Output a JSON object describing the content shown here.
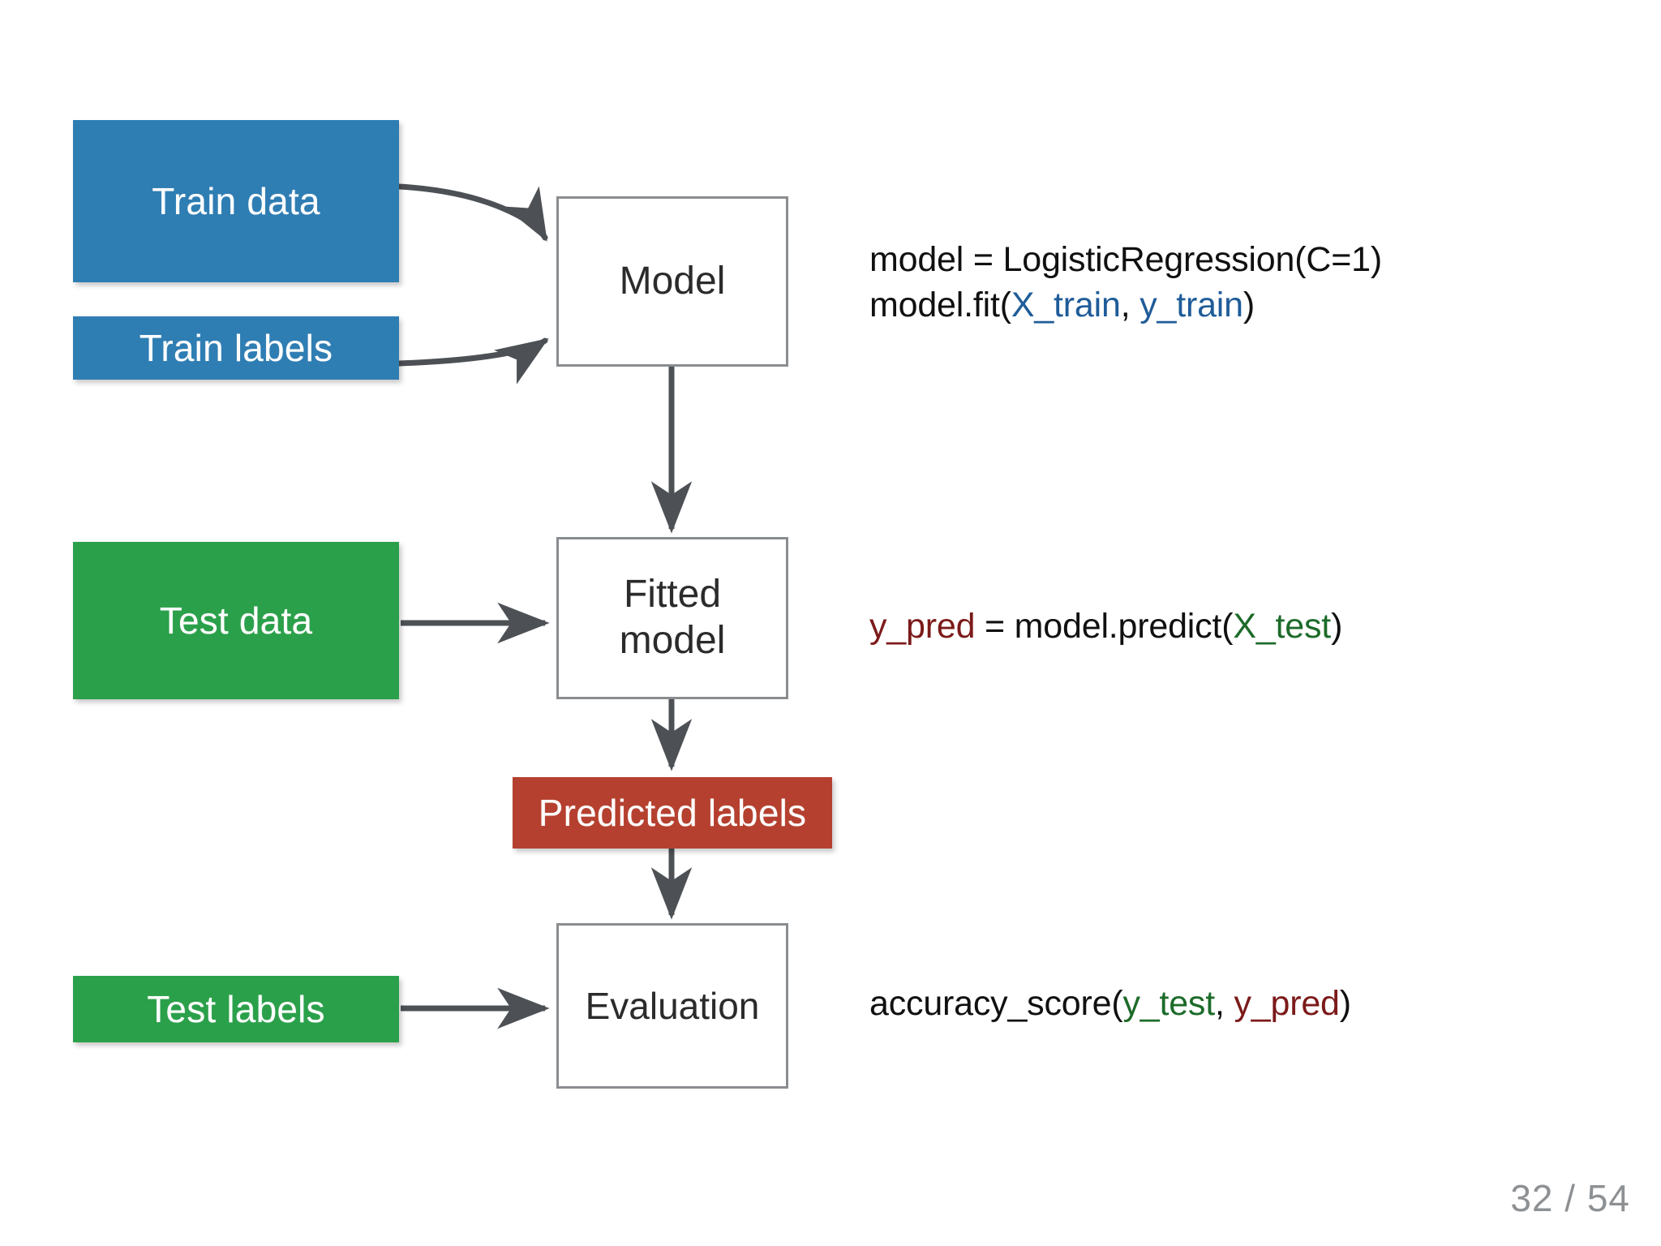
{
  "slide": {
    "page_counter": "32 / 54",
    "background": "#ffffff"
  },
  "colors": {
    "train_box": "#2e7db3",
    "test_box": "#2ba04a",
    "predicted_box": "#b5402f",
    "process_border": "#8a8d90",
    "arrow": "#4d5155",
    "code_default": "#101010",
    "code_blue": "#1f5c99",
    "code_red": "#7c1a1a",
    "code_green": "#1d6b2a",
    "page_counter": "#8e9194"
  },
  "diagram": {
    "type": "flowchart",
    "nodes": [
      {
        "id": "train_data",
        "label": "Train data",
        "kind": "data",
        "color": "#2e7db3"
      },
      {
        "id": "train_labels",
        "label": "Train labels",
        "kind": "data",
        "color": "#2e7db3"
      },
      {
        "id": "model",
        "label": "Model",
        "kind": "process",
        "color": "#ffffff"
      },
      {
        "id": "test_data",
        "label": "Test data",
        "kind": "data",
        "color": "#2ba04a"
      },
      {
        "id": "fitted_model",
        "label_line1": "Fitted",
        "label_line2": "model",
        "kind": "process",
        "color": "#ffffff"
      },
      {
        "id": "predicted_labels",
        "label": "Predicted labels",
        "kind": "data",
        "color": "#b5402f"
      },
      {
        "id": "test_labels",
        "label": "Test labels",
        "kind": "data",
        "color": "#2ba04a"
      },
      {
        "id": "evaluation",
        "label": "Evaluation",
        "kind": "process",
        "color": "#ffffff"
      }
    ],
    "edges": [
      {
        "from": "train_data",
        "to": "model",
        "style": "curved"
      },
      {
        "from": "train_labels",
        "to": "model",
        "style": "curved"
      },
      {
        "from": "model",
        "to": "fitted_model",
        "style": "straight"
      },
      {
        "from": "test_data",
        "to": "fitted_model",
        "style": "straight"
      },
      {
        "from": "fitted_model",
        "to": "predicted_labels",
        "style": "straight"
      },
      {
        "from": "predicted_labels",
        "to": "evaluation",
        "style": "straight"
      },
      {
        "from": "test_labels",
        "to": "evaluation",
        "style": "straight"
      }
    ]
  },
  "code": {
    "fit": {
      "line1": {
        "text": "model = LogisticRegression(C=1)"
      },
      "line2": {
        "prefix": "model.fit(",
        "arg1": "X_train",
        "sep": ", ",
        "arg2": "y_train",
        "suffix": ")"
      }
    },
    "predict": {
      "lhs": "y_pred",
      "mid": " = model.predict(",
      "arg": "X_test",
      "suffix": ")"
    },
    "score": {
      "prefix": "accuracy_score(",
      "arg1": "y_test",
      "sep": ", ",
      "arg2": "y_pred",
      "suffix": ")"
    }
  }
}
